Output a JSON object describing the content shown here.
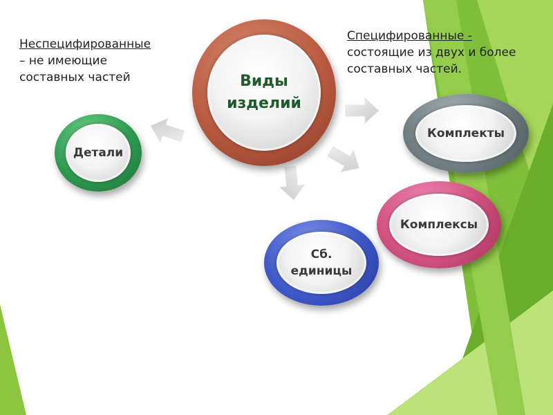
{
  "colors": {
    "accent_green": "#8cc63f",
    "main_ring": "#b85a40",
    "details_ring": "#2e9a50",
    "kits_ring": "#6e7c80",
    "complexes_ring": "#d0507e",
    "assembly_ring": "#3e58c8",
    "main_text": "#1e5a2a"
  },
  "left_note": {
    "heading": "Неспецифированные",
    "text": "– не имеющие\nсоставных частей"
  },
  "right_note": {
    "heading": "Специфированные -",
    "text": "состоящие из двух и более\nсоставных частей."
  },
  "nodes": {
    "main": "Виды\nизделий",
    "details": "Детали",
    "kits": "Комплекты",
    "complexes": "Комплексы",
    "assembly": "Сб.\nединицы"
  },
  "icons": {
    "arrows": "arrow-icon",
    "background": "green-triangle-decoration"
  }
}
